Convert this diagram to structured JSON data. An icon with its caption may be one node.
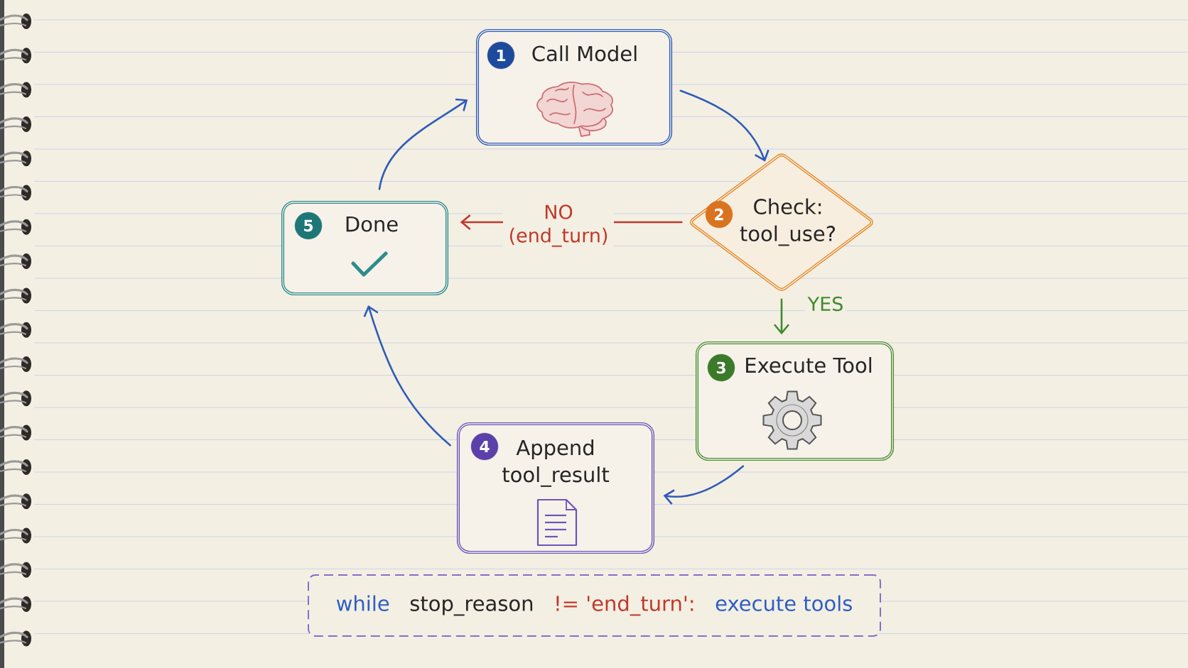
{
  "diagram": {
    "nodes": [
      {
        "text": [
          "Call Model"
        ]
      },
      {
        "text": [
          "1"
        ],
        "in": 0
      },
      {
        "text": [
          "Check: tool_use?"
        ]
      },
      {
        "text": [
          "2"
        ],
        "in": 2
      },
      {
        "text": [
          "Execute Tool"
        ]
      },
      {
        "text": [
          "3"
        ],
        "in": 4
      },
      {
        "text": [
          "Append tool_result"
        ]
      },
      {
        "text": [
          "4"
        ],
        "in": 6
      },
      {
        "text": [
          "Done"
        ]
      },
      {
        "text": [
          "5"
        ],
        "in": 8
      },
      {
        "text": [
          "while",
          "stop_reason",
          "!= 'end_turn':",
          "execute tools"
        ]
      }
    ],
    "edges": [
      {
        "from": 0,
        "to": 2,
        "arrow": "to"
      },
      {
        "from": 2,
        "to": 8,
        "arrow": "to",
        "label": "NO (end_turn)",
        "color": "#c0392b"
      },
      {
        "from": 2,
        "to": 4,
        "arrow": "to",
        "label": "YES",
        "color": "#3f8a2f"
      },
      {
        "from": 4,
        "to": 6,
        "arrow": "to"
      },
      {
        "from": 6,
        "to": 8,
        "arrow": "to"
      },
      {
        "from": 8,
        "to": 0,
        "arrow": "to"
      }
    ]
  }
}
